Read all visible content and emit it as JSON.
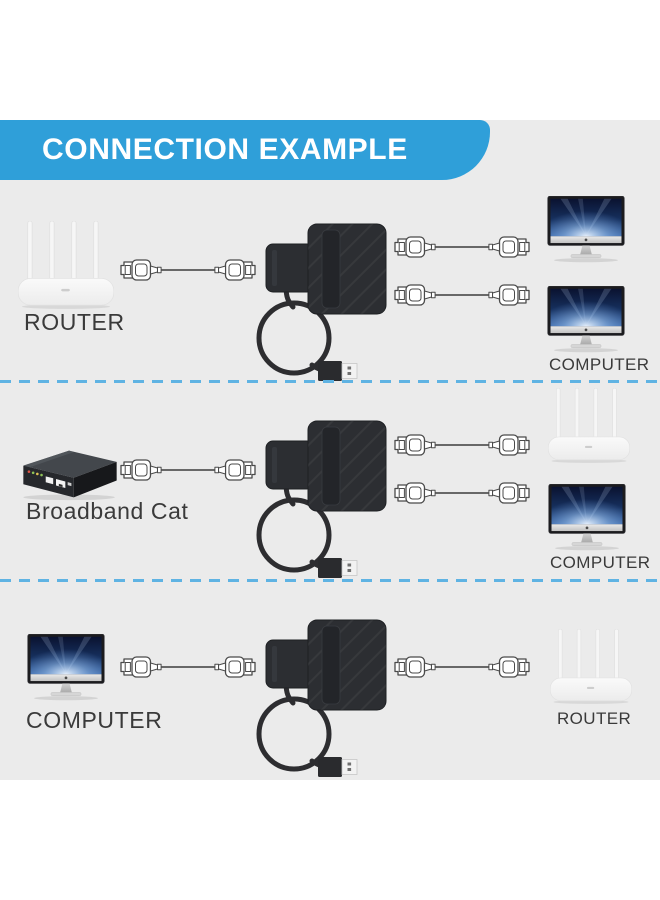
{
  "title": {
    "text": "CONNECTION EXAMPLE"
  },
  "colors": {
    "banner": "#2F9FD9",
    "panel": "#EBEBEB",
    "divider": "#5FB3E3",
    "label": "#3A3A3A",
    "adapter_black": "#2C2E32"
  },
  "rows": [
    {
      "left": {
        "device": "wifi-router",
        "label": "ROUTER"
      },
      "center": {
        "device": "rj45-splitter-adapter-with-usb"
      },
      "right": [
        {
          "device": "imac-computer"
        },
        {
          "device": "imac-computer",
          "label": "COMPUTER"
        }
      ]
    },
    {
      "left": {
        "device": "broadband-modem",
        "label": "Broadband Cat"
      },
      "center": {
        "device": "rj45-splitter-adapter-with-usb"
      },
      "right": [
        {
          "device": "wifi-router"
        },
        {
          "device": "imac-computer",
          "label": "COMPUTER"
        }
      ]
    },
    {
      "left": {
        "device": "imac-computer",
        "label": "COMPUTER"
      },
      "center": {
        "device": "rj45-splitter-adapter-with-usb"
      },
      "right": [
        {
          "device": "wifi-router",
          "label": "ROUTER"
        }
      ]
    }
  ]
}
